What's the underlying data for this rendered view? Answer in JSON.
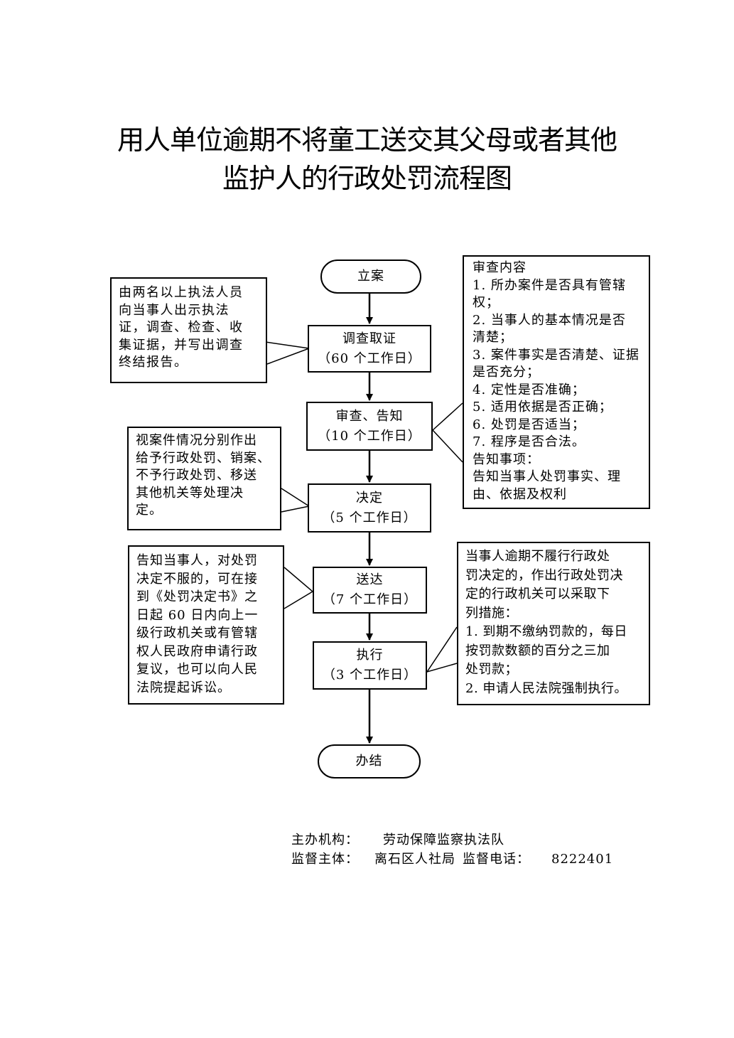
{
  "title": {
    "line1": "用人单位逾期不将童工送交其父母或者其他",
    "line2": "监护人的行政处罚流程图"
  },
  "flow": {
    "start": "立案",
    "steps": [
      {
        "name": "调查取证",
        "days": "（60 个工作日）"
      },
      {
        "name": "审查、告知",
        "days": "（10 个工作日）"
      },
      {
        "name": "决定",
        "days": "（5 个工作日）"
      },
      {
        "name": "送达",
        "days": "（7 个工作日）"
      },
      {
        "name": "执行",
        "days": "（3 个工作日）"
      }
    ],
    "end": "办结"
  },
  "notes": {
    "investigation": [
      "由两名以上执法人员",
      "向当事人出示执法",
      "证，调查、检查、收",
      "集证据，并写出调查",
      "终结报告。"
    ],
    "review": [
      "审查内容",
      "1. 所办案件是否具有管辖",
      "权；",
      "2. 当事人的基本情况是否",
      "清楚；",
      "3. 案件事实是否清楚、证据",
      "是否充分；",
      "4. 定性是否准确；",
      "5. 适用依据是否正确；",
      "6. 处罚是否适当；",
      "7. 程序是否合法。",
      "告知事项：",
      "告知当事人处罚事实、理",
      "由、依据及权利"
    ],
    "decision": [
      "视案件情况分别作出",
      "给予行政处罚、销案、",
      "不予行政处罚、移送",
      "其他机关等处理决",
      "定。"
    ],
    "delivery": [
      "告知当事人，对处罚",
      "决定不服的，可在接",
      "到《处罚决定书》之",
      "日起 60 日内向上一",
      "级行政机关或有管辖",
      "权人民政府申请行政",
      "复议，也可以向人民",
      "法院提起诉讼。"
    ],
    "execution": [
      "当事人逾期不履行行政处",
      "罚决定的，作出行政处罚决",
      "定的行政机关可以采取下",
      "列措施：",
      "1. 到期不缴纳罚款的，每日",
      "按罚款数额的百分之三加",
      "处罚款；",
      "2. 申请人民法院强制执行。"
    ]
  },
  "footer": {
    "organizer_label": "主办机构：",
    "organizer": "劳动保障监察执法队",
    "supervisor_label": "监督主体：",
    "supervisor": "离石区人社局",
    "phone_label": "监督电话：",
    "phone": "8222401"
  }
}
